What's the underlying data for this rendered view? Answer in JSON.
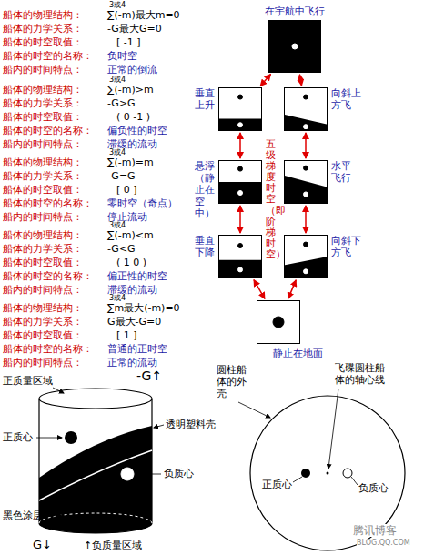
{
  "diagram": {
    "nodes": [
      {
        "text": [
          "在宇航中飞行"
        ]
      },
      {
        "text": [
          "垂直上升"
        ]
      },
      {
        "text": [
          "向斜上方飞"
        ]
      },
      {
        "text": [
          "悬浮（静止在空中）"
        ]
      },
      {
        "text": [
          "水平飞行"
        ]
      },
      {
        "text": [
          "垂直下降"
        ]
      },
      {
        "text": [
          "向斜下方飞"
        ]
      },
      {
        "text": [
          "静止在地面"
        ]
      }
    ],
    "edges": [
      {
        "from": 0,
        "to": 1,
        "arrow": "both"
      },
      {
        "from": 0,
        "to": 2,
        "arrow": "both"
      },
      {
        "from": 1,
        "to": 3,
        "arrow": "both"
      },
      {
        "from": 2,
        "to": 4,
        "arrow": "both"
      },
      {
        "from": 3,
        "to": 5,
        "arrow": "both"
      },
      {
        "from": 4,
        "to": 6,
        "arrow": "both"
      },
      {
        "from": 5,
        "to": 7,
        "arrow": "both"
      },
      {
        "from": 6,
        "to": 7,
        "arrow": "both"
      }
    ],
    "labels": [
      "船体的物理结构：",
      "3或4",
      "∑(-m)最大m=0",
      "船体的力学关系：",
      "-G最大G=0",
      "船体的时空取值：",
      "[ -1 ]",
      "船体的时空的名称：",
      "负时空",
      "船内的时间特点：",
      "正常的倒流",
      "船体的物理结构：",
      "3或4",
      "∑(-m)>m",
      "船体的力学关系：",
      "-G>G",
      "船体的时空取值：",
      "( 0 -1 )",
      "船体的时空的名称：",
      "偏负性的时空",
      "船内的时间特点：",
      "滞缓的流动",
      "船体的物理结构：",
      "3或4",
      "∑(-m)=m",
      "船体的力学关系：",
      "-G=G",
      "船体的时空取值：",
      "[ 0 ]",
      "船体的时空的名称：",
      "零时空（奇点）",
      "船内的时间特点：",
      "停止流动",
      "船体的物理结构：",
      "3或4",
      "∑(-m)<m",
      "船体的力学关系：",
      "-G<G",
      "船体的时空取值：",
      "( 1 0 )",
      "船体的时空的名称：",
      "偏正性的时空",
      "船内的时间特点：",
      "滞缓的流动",
      "船体的物理结构：",
      "3或4",
      "∑m最大(-m)=0",
      "船体的力学关系：",
      "G最大-G=0",
      "船体的时空取值：",
      "[ 1 ]",
      "船体的时空的名称：",
      "普通的正时空",
      "船内的时间特点：",
      "正常的流动",
      "五级梯度时空（即阶梯时空）",
      "正质量区域",
      "-G↑",
      "正质心",
      "透明塑料壳",
      "负质心",
      "黑色涂层",
      "G↓",
      "↑负质量区域",
      "圆柱船体的外壳",
      "飞碟圆柱船体的轴心线",
      "正质心",
      "负质心",
      "腾讯博客",
      "BLOG.QQ.COM"
    ]
  }
}
